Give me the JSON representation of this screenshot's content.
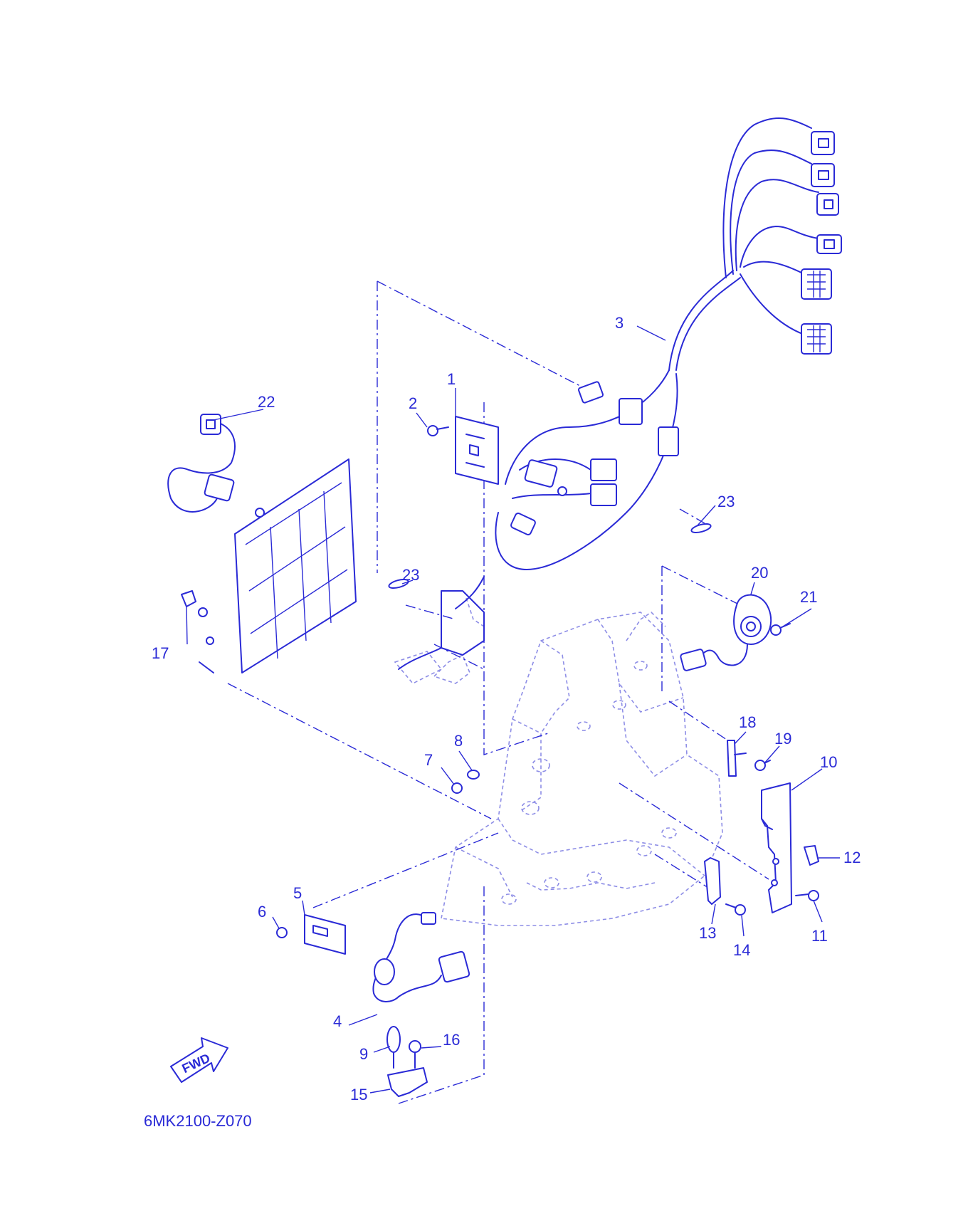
{
  "diagram": {
    "drawing_code": "6MK2100-Z070",
    "fwd_label": "FWD",
    "callouts": {
      "c1": "1",
      "c2": "2",
      "c3": "3",
      "c4": "4",
      "c5": "5",
      "c6": "6",
      "c7": "7",
      "c8": "8",
      "c9": "9",
      "c10": "10",
      "c11": "11",
      "c12": "12",
      "c13": "13",
      "c14": "14",
      "c15": "15",
      "c16": "16",
      "c17": "17",
      "c18": "18",
      "c19": "19",
      "c20": "20",
      "c21": "21",
      "c22": "22",
      "c23a": "23",
      "c23b": "23"
    },
    "colors": {
      "line": "#2a2ad6",
      "ghost": "#8d8de6",
      "background": "#ffffff"
    }
  }
}
